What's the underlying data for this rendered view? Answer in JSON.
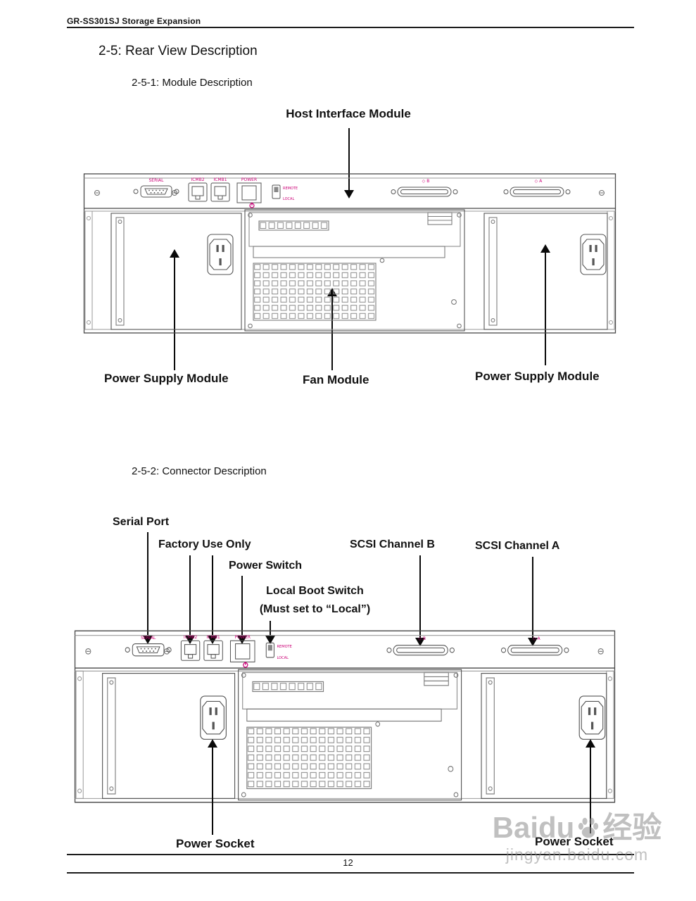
{
  "page": {
    "header_title": "GR-SS301SJ Storage Expansion",
    "page_number": "12"
  },
  "sections": {
    "main_title": "2-5: Rear View Description",
    "sub1_title": "2-5-1: Module Description",
    "sub2_title": "2-5-2: Connector Description"
  },
  "module_diagram": {
    "host_interface_label": "Host Interface Module",
    "power_supply_left_label": "Power Supply Module",
    "fan_label": "Fan Module",
    "power_supply_right_label": "Power Supply Module"
  },
  "connector_diagram": {
    "serial_port_label": "Serial Port",
    "factory_use_label": "Factory Use Only",
    "power_switch_label": "Power Switch",
    "scsi_b_label": "SCSI Channel B",
    "scsi_a_label": "SCSI Channel A",
    "local_boot_label_line1": "Local Boot Switch",
    "local_boot_label_line2": "(Must set to “Local”)",
    "power_socket_left_label": "Power Socket",
    "power_socket_right_label": "Power Socket"
  },
  "rear_panel": {
    "serial": "SERIAL",
    "icmb2": "ICMB2",
    "icmb1": "ICMB1",
    "power": "POWER",
    "remote": "REMOTE",
    "local": "LOCAL",
    "scsi_channel_b": "◇ B",
    "scsi_channel_a": "◇ A",
    "label_color": "#cc0077"
  },
  "watermark": {
    "brand_prefix": "Baidu",
    "brand_suffix": "经验",
    "url": "jingyan.baidu.com"
  }
}
